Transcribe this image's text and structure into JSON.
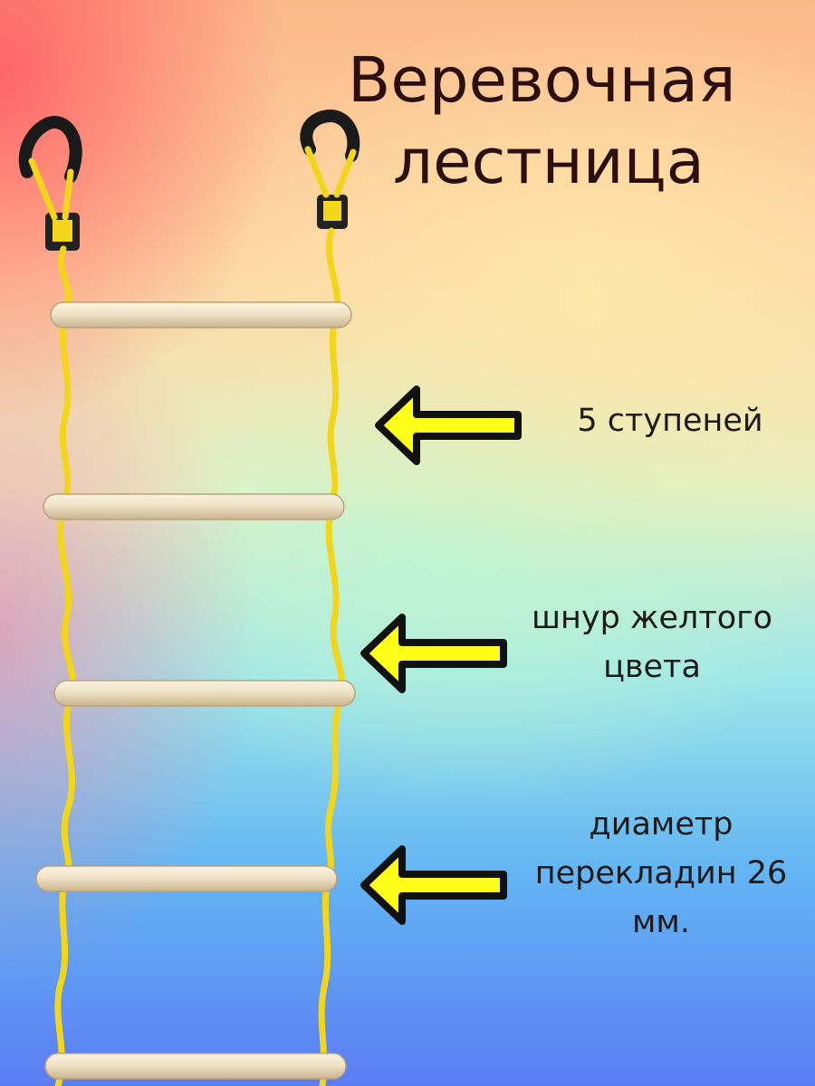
{
  "title": {
    "line1": "Веревочная",
    "line2": "лестница"
  },
  "callouts": [
    {
      "lines": [
        "5 ступеней"
      ]
    },
    {
      "lines": [
        "шнур желтого",
        "цвета"
      ]
    },
    {
      "lines": [
        "диаметр",
        "перекладин 26",
        "мм."
      ]
    }
  ],
  "colors": {
    "rope": "#f3d61a",
    "arrow_fill": "#ffff1a",
    "arrow_outline": "#111111",
    "rung": "#efe2c6",
    "title_text": "#2c0f10"
  },
  "ladder": {
    "rungs_visible": 5
  }
}
